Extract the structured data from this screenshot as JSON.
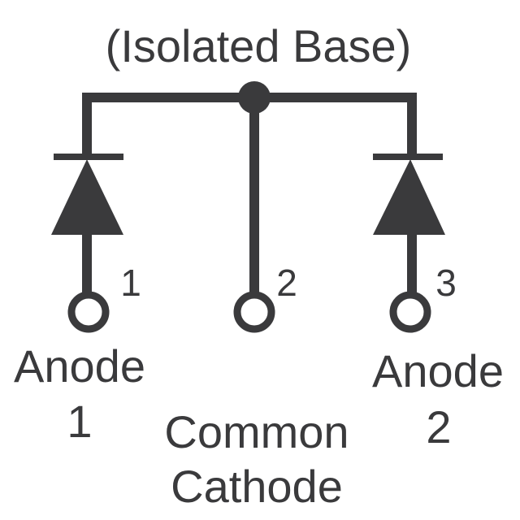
{
  "title": "(Isolated Base)",
  "pins": [
    {
      "number": "1",
      "label_line1": "Anode",
      "label_line2": "1"
    },
    {
      "number": "2",
      "label_line1": "Common",
      "label_line2": "Cathode"
    },
    {
      "number": "3",
      "label_line1": "Anode",
      "label_line2": "2"
    }
  ],
  "colors": {
    "ink": "#3a3a3c",
    "background": "#ffffff"
  }
}
